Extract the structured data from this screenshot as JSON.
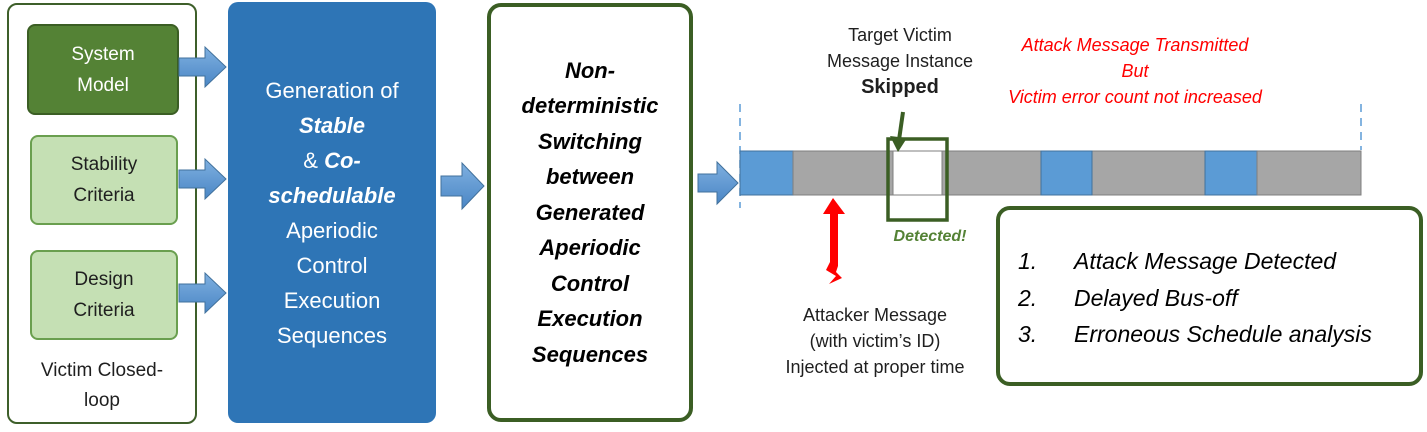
{
  "victim": {
    "system_model": [
      "System",
      "Model"
    ],
    "stability": [
      "Stability",
      "Criteria"
    ],
    "design": [
      "Design",
      "Criteria"
    ],
    "label": [
      "Victim Closed-",
      "loop"
    ]
  },
  "generation": {
    "line1": "Generation of",
    "stable": "Stable",
    "amp": "& ",
    "co": "Co-",
    "schedulable": "schedulable",
    "rest": [
      "Aperiodic",
      "Control",
      "Execution",
      "Sequences"
    ]
  },
  "switching": {
    "lines": [
      "Non-",
      "deterministic",
      "Switching",
      "between",
      "Generated",
      "Aperiodic",
      "Control",
      "Execution",
      "Sequences"
    ]
  },
  "timeline": {
    "target_lines": [
      "Target Victim",
      "Message Instance"
    ],
    "skipped": "Skipped",
    "attack_tx": [
      "Attack Message Transmitted",
      "But",
      "Victim error count not increased"
    ],
    "detected": "Detected!",
    "attacker_lines": [
      "Attacker Message",
      "(with victim’s ID)",
      "Injected at proper time"
    ],
    "colors": {
      "blue_slot": "#5b9bd5",
      "gray_slot": "#a6a6a6",
      "green": "#3b5e24",
      "red": "#ff0000"
    }
  },
  "results": {
    "items": [
      {
        "num": "1.",
        "text": "Attack Message Detected"
      },
      {
        "num": "2.",
        "text": "Delayed Bus-off"
      },
      {
        "num": "3.",
        "text": "Erroneous Schedule analysis"
      }
    ]
  }
}
